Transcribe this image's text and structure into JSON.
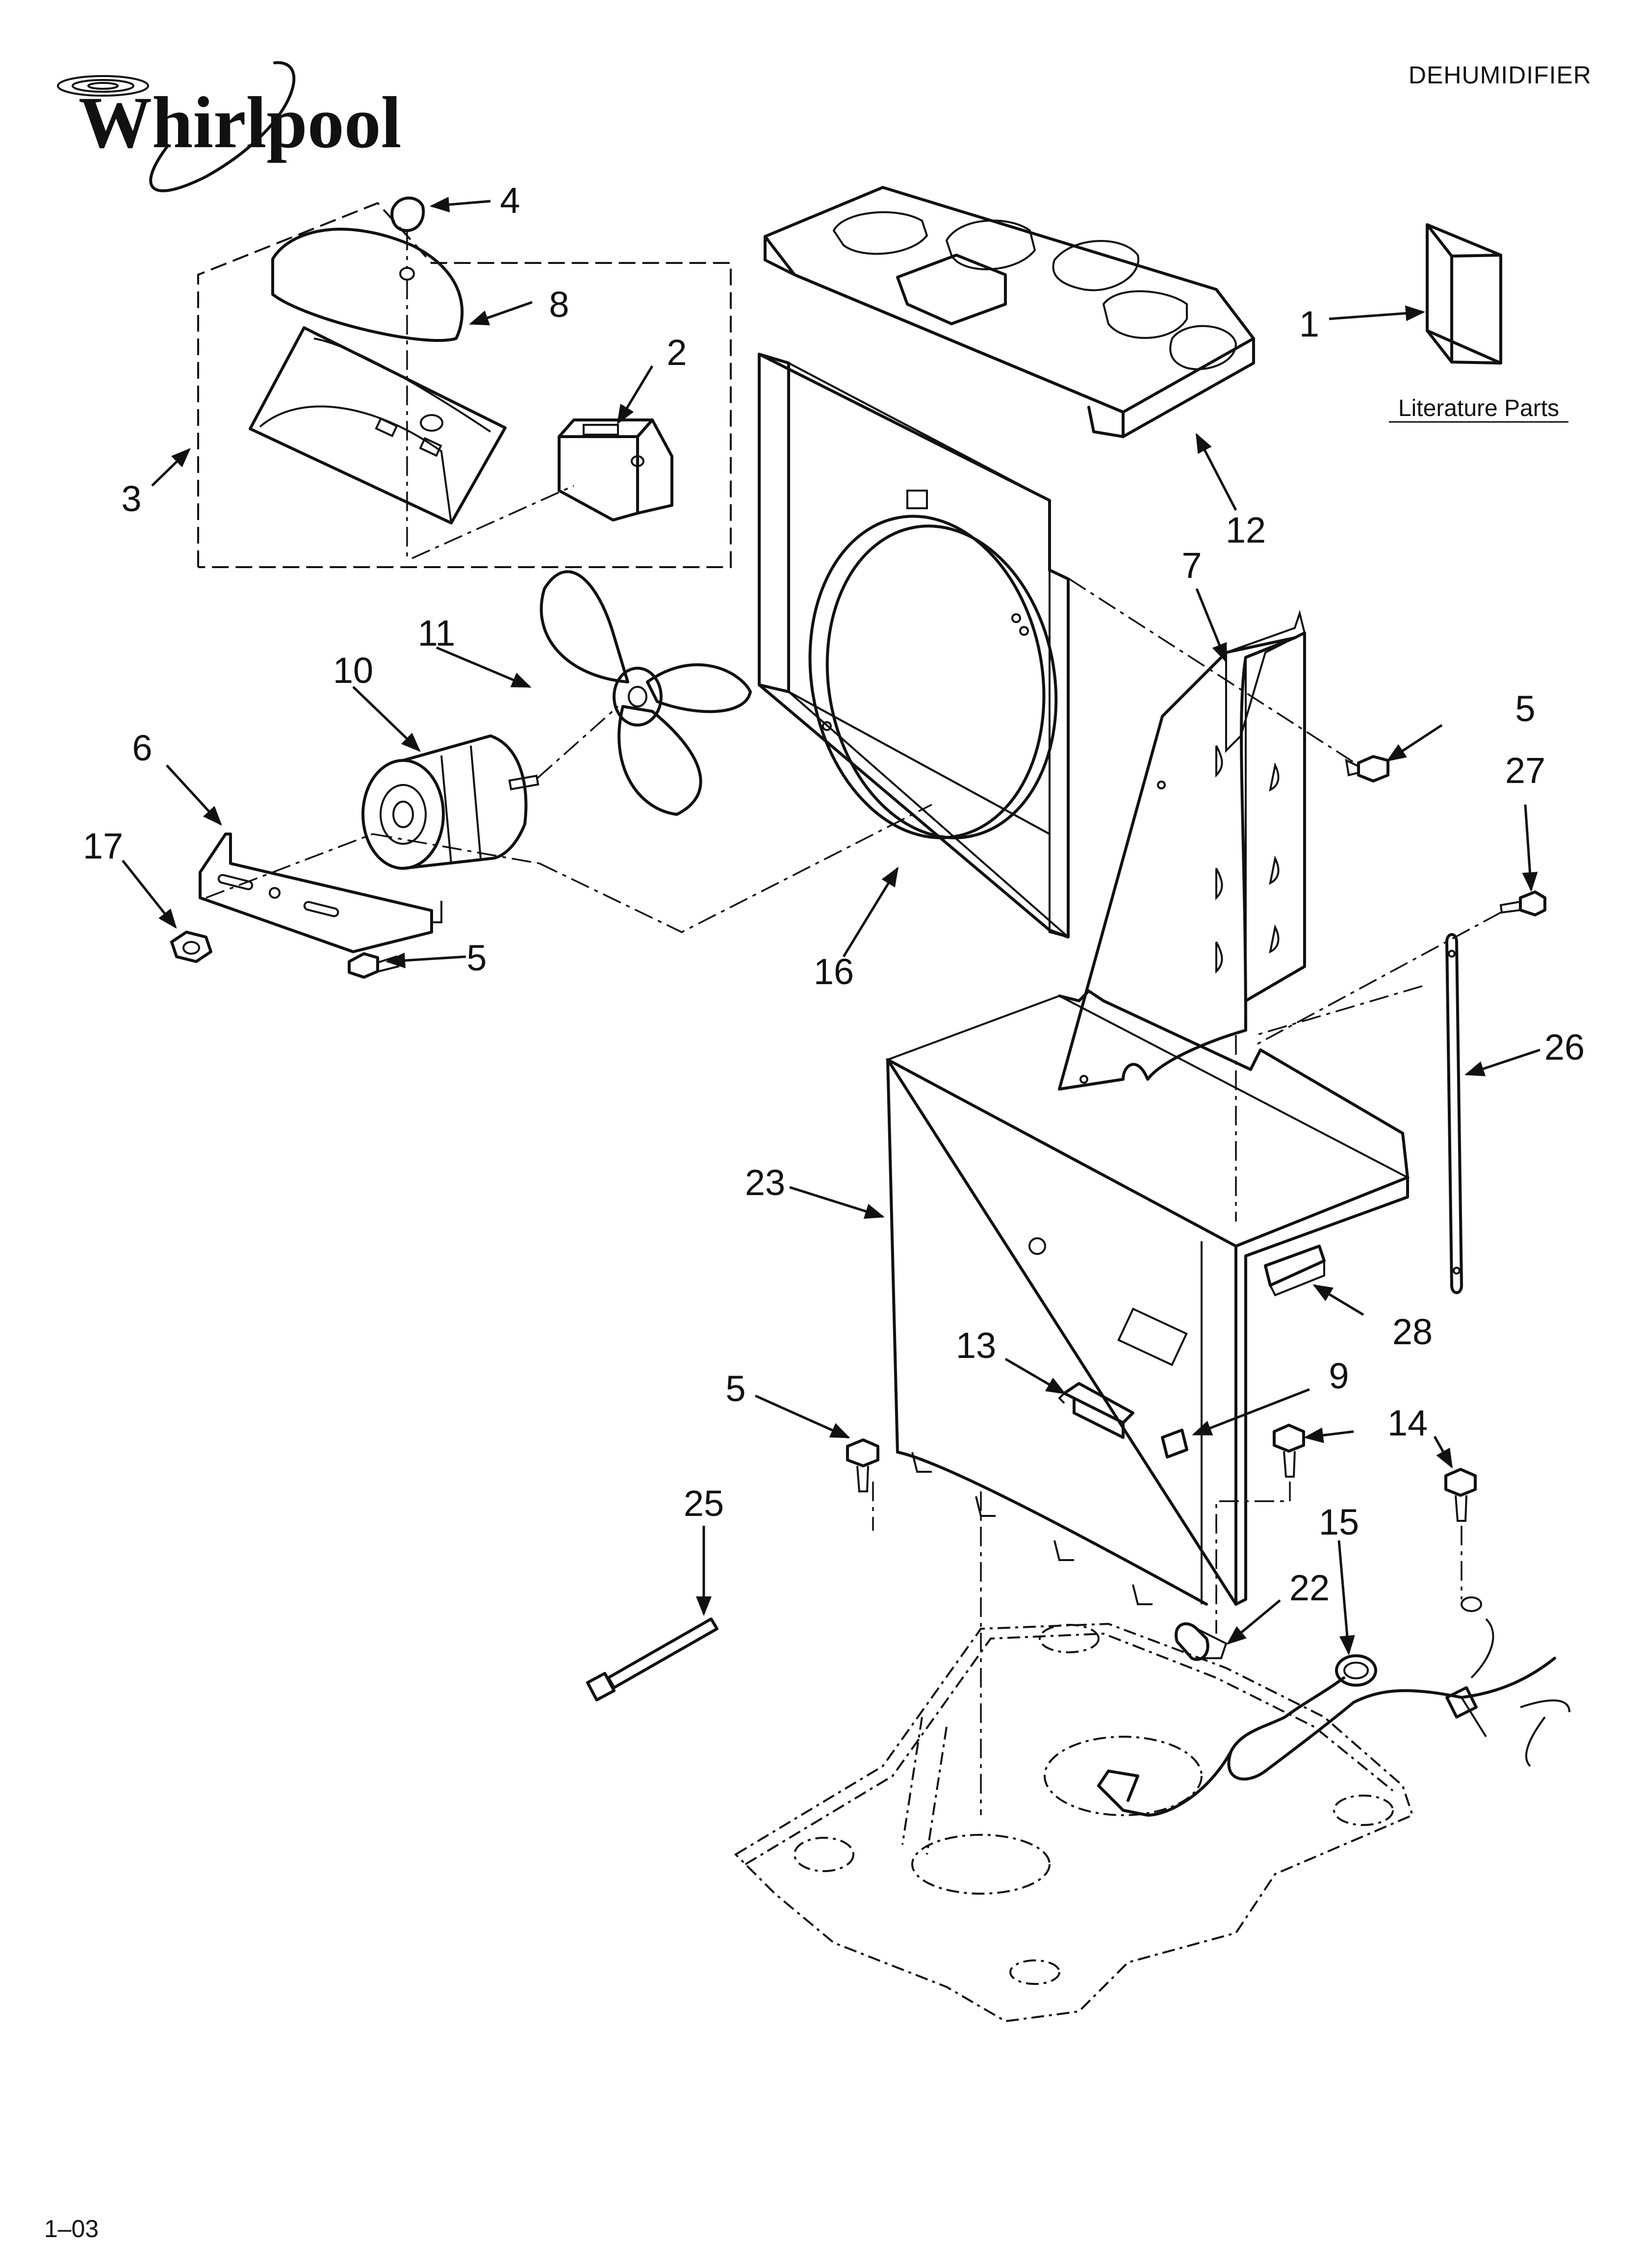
{
  "header": {
    "brand": "Whirlpool",
    "title": "DEHUMIDIFIER"
  },
  "literature": {
    "label": "Literature Parts"
  },
  "footer": {
    "code": "1–03"
  },
  "callouts": [
    {
      "id": "c1",
      "text": "1"
    },
    {
      "id": "c2",
      "text": "2"
    },
    {
      "id": "c3",
      "text": "3"
    },
    {
      "id": "c4",
      "text": "4"
    },
    {
      "id": "c5a",
      "text": "5"
    },
    {
      "id": "c5b",
      "text": "5"
    },
    {
      "id": "c5c",
      "text": "5"
    },
    {
      "id": "c6",
      "text": "6"
    },
    {
      "id": "c7",
      "text": "7"
    },
    {
      "id": "c8",
      "text": "8"
    },
    {
      "id": "c9",
      "text": "9"
    },
    {
      "id": "c10",
      "text": "10"
    },
    {
      "id": "c11",
      "text": "11"
    },
    {
      "id": "c12",
      "text": "12"
    },
    {
      "id": "c13",
      "text": "13"
    },
    {
      "id": "c14",
      "text": "14"
    },
    {
      "id": "c15",
      "text": "15"
    },
    {
      "id": "c16",
      "text": "16"
    },
    {
      "id": "c17",
      "text": "17"
    },
    {
      "id": "c22",
      "text": "22"
    },
    {
      "id": "c23",
      "text": "23"
    },
    {
      "id": "c25",
      "text": "25"
    },
    {
      "id": "c26",
      "text": "26"
    },
    {
      "id": "c27",
      "text": "27"
    },
    {
      "id": "c28",
      "text": "28"
    }
  ]
}
